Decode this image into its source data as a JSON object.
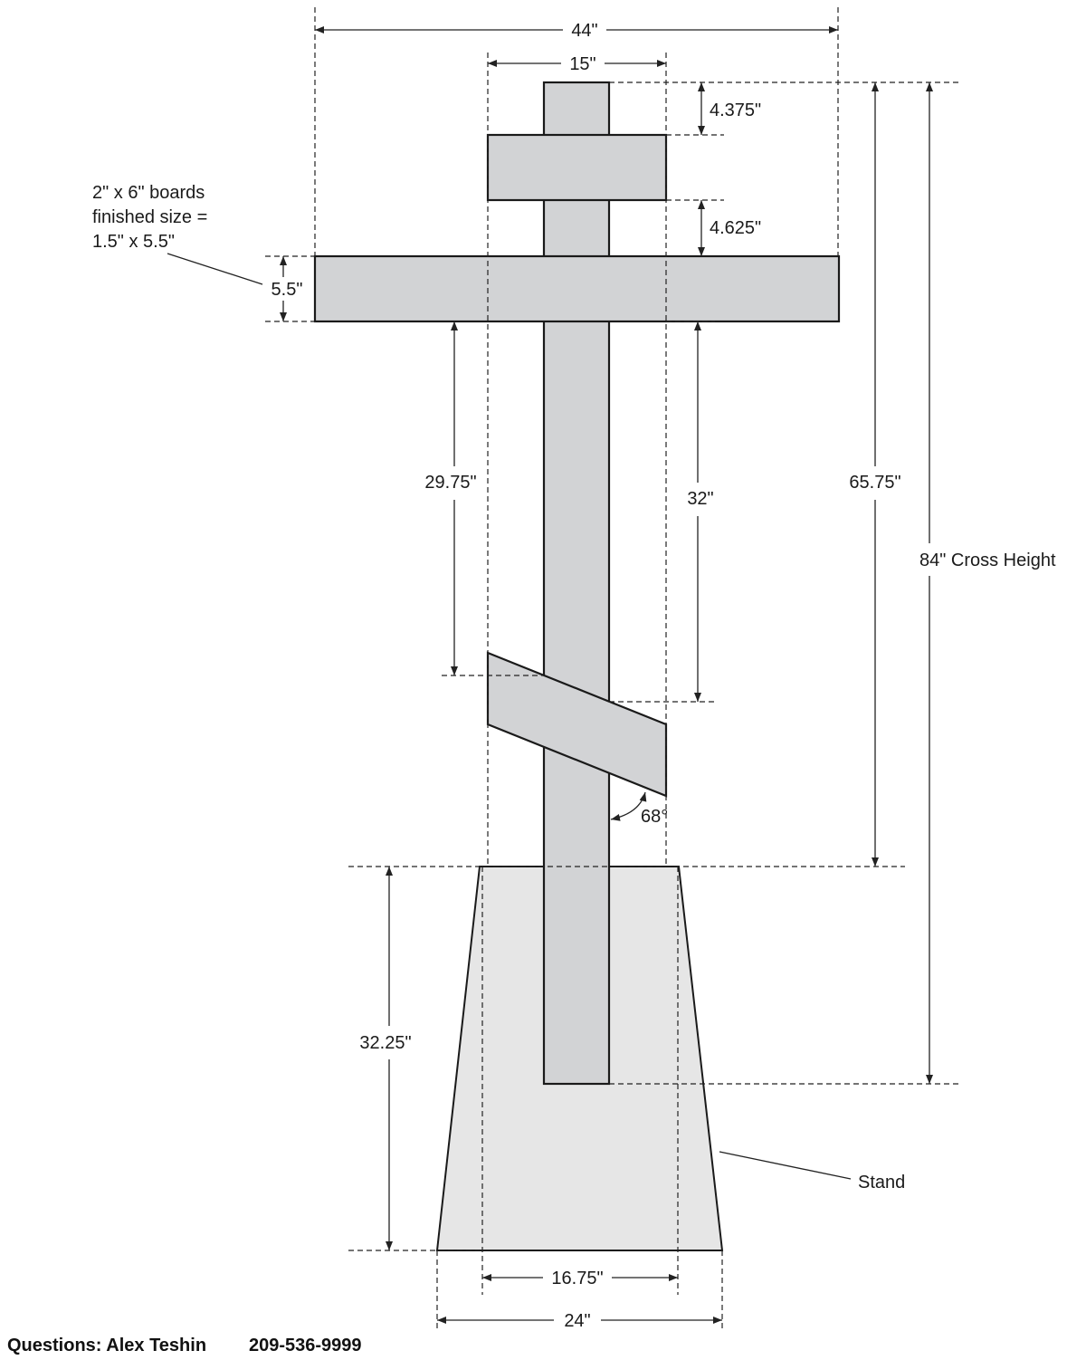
{
  "dimensions": {
    "overall_width": "44\"",
    "top_bar_width": "15\"",
    "top_gap": "4.375\"",
    "middle_gap": "4.625\"",
    "board_width": "5.5\"",
    "left_drop": "29.75\"",
    "right_drop": "32\"",
    "bar_to_stand": "65.75\"",
    "cross_height": "84\" Cross Height",
    "angle": "68°",
    "stand_height": "32.25\"",
    "stand_top_width": "16.75\"",
    "stand_bottom_width": "24\""
  },
  "notes": {
    "board_line1": "2\" x 6\" boards",
    "board_line2": "finished size =",
    "board_line3": "1.5\" x 5.5\"",
    "stand": "Stand"
  },
  "footer": {
    "contact": "Questions: Alex Teshin",
    "phone": "209-536-9999"
  }
}
